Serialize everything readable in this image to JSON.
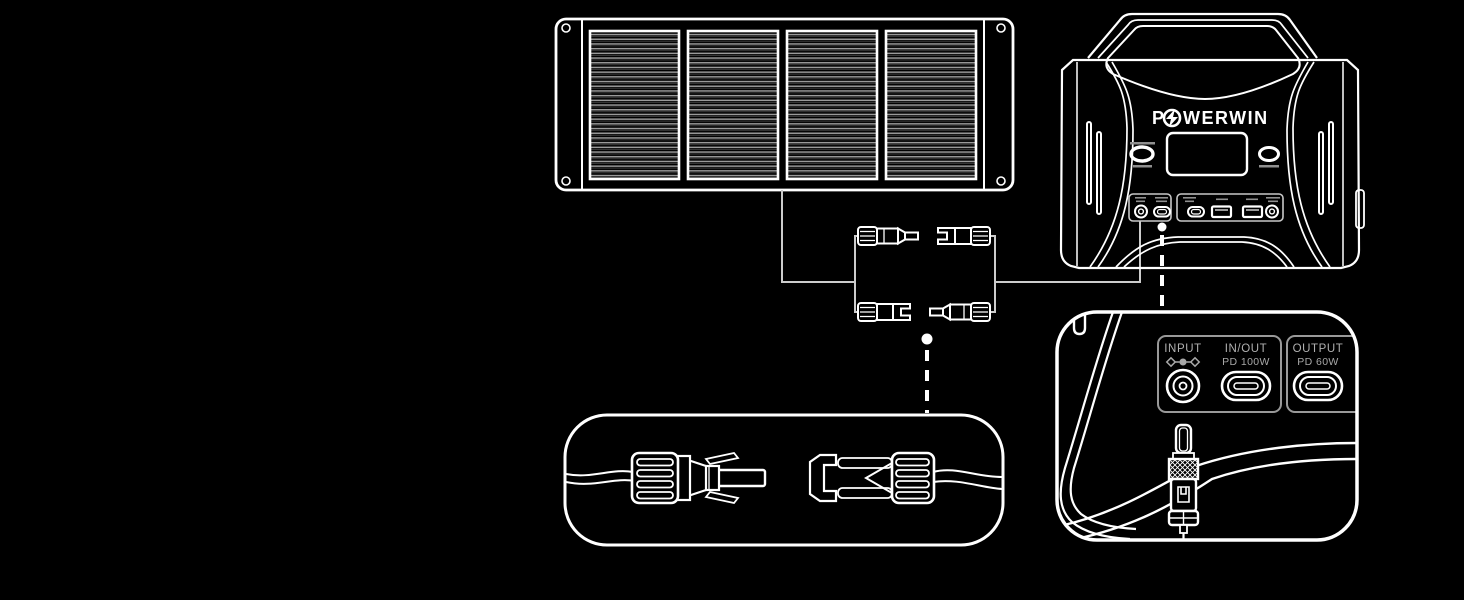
{
  "colors": {
    "background": "#000000",
    "line": "#ffffff",
    "muted_label": "#b0b0b0",
    "connection_line": "#cccccc",
    "panel_stripe": "#9a9a9a"
  },
  "power_station": {
    "brand_prefix": "P",
    "brand_suffix": "WERWIN"
  },
  "port_detail": {
    "input_label": "INPUT",
    "inout_label": "IN/OUT",
    "inout_watt": "PD 100W",
    "output_label": "OUTPUT",
    "output_watt": "PD 60W"
  }
}
